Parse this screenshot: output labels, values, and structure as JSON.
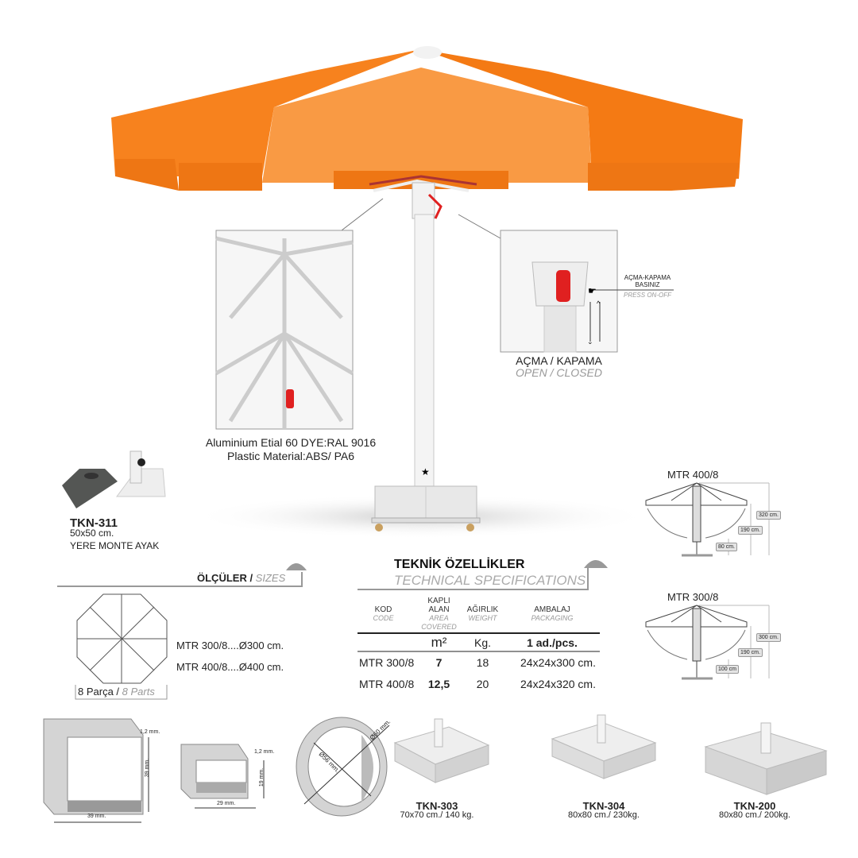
{
  "colors": {
    "canopy": "#f7821e",
    "canopy_light": "#f99a44",
    "frame": "#e8e8e8",
    "handle": "#e02020"
  },
  "detail_left": {
    "line1": "Aluminium Etial 60 DYE:RAL 9016",
    "line2": "Plastic Material:ABS/ PA6"
  },
  "detail_right": {
    "callout_line1": "AÇMA-KAPAMA",
    "callout_line2": "BASINIZ",
    "callout_en": "PRESS ON-OFF",
    "title_tr": "AÇMA / KAPAMA",
    "title_en": "OPEN / CLOSED"
  },
  "tkn311": {
    "code": "TKN-311",
    "size": "50x50 cm.",
    "desc": "YERE MONTE AYAK"
  },
  "sizes": {
    "title_tr": "ÖLÇÜLER / ",
    "title_en": "SIZES",
    "item1": "MTR 300/8....Ø300 cm.",
    "item2": "MTR 400/8....Ø400 cm.",
    "parts_tr": "8 Parça /",
    "parts_en": "8 Parts"
  },
  "specs": {
    "title_tr": "TEKNİK ÖZELLİKLER",
    "title_en": "TECHNICAL SPECIFICATIONS",
    "headers": [
      {
        "tr": "KOD",
        "en": "CODE"
      },
      {
        "tr": "KAPLI ALAN",
        "en": "AREA COVERED"
      },
      {
        "tr": "AĞIRLIK",
        "en": "WEIGHT"
      },
      {
        "tr": "AMBALAJ",
        "en": "PACKAGING"
      }
    ],
    "units": [
      "m²",
      "Kg.",
      "1 ad./pcs."
    ],
    "rows": [
      {
        "code": "MTR 300/8",
        "area": "7",
        "weight": "18",
        "pack": "24x24x300 cm."
      },
      {
        "code": "MTR 400/8",
        "area": "12,5",
        "weight": "20",
        "pack": "24x24x320 cm."
      }
    ]
  },
  "diagrams": [
    {
      "title": "MTR 400/8",
      "total": "320 cm.",
      "mid": "190 cm.",
      "low": "80 cm."
    },
    {
      "title": "MTR 300/8",
      "total": "300 cm.",
      "mid": "190 cm.",
      "low": "100 cm"
    }
  ],
  "profiles": {
    "p1_w": "39 mm.",
    "p1_h": "39 mm.",
    "p1_t": "1,2 mm.",
    "p2_w": "29 mm.",
    "p2_h": "19 mm.",
    "p2_t": "1,2 mm.",
    "p3_in": "Ø56 mm.",
    "p3_out": "Ø60 mm."
  },
  "bases": [
    {
      "code": "TKN-303",
      "spec": "70x70 cm./ 140 kg."
    },
    {
      "code": "TKN-304",
      "spec": "80x80 cm./ 230kg."
    },
    {
      "code": "TKN-200",
      "spec": "80x80 cm./ 200kg."
    }
  ]
}
